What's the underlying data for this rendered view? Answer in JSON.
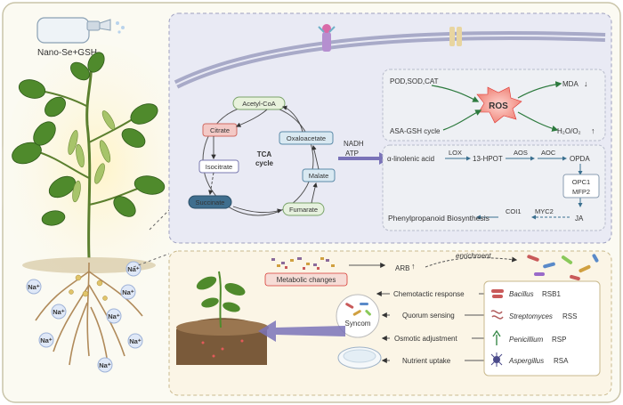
{
  "left": {
    "spray_label": "Nano-Se+GSH",
    "sodium_ion": "Na⁺"
  },
  "tca": {
    "acetyl_coa": "Acetyl-CoA",
    "citrate": "Citrate",
    "isocitrate": "Isocitrate",
    "succinate": "Succinate",
    "fumarate": "Fumarate",
    "malate": "Malate",
    "oxaloacetate": "Oxaloacetate",
    "cycle_title_1": "TCA",
    "cycle_title_2": "cycle",
    "nadh": "NADH",
    "atp": "ATP"
  },
  "ros": {
    "enzymes": "POD,SOD,CAT",
    "asa_gsh": "ASA-GSH cycle",
    "ros": "ROS",
    "mda": "MDA",
    "h2o2": "H₂O/O₂"
  },
  "ja": {
    "linolenic": "α-linolenic acid",
    "lox": "LOX",
    "hpot": "13-HPOT",
    "aos": "AOS",
    "aoc": "AOC",
    "opda": "OPDA",
    "opc1": "OPC1",
    "mfp2": "MFP2",
    "ja": "JA",
    "coi1": "COI1",
    "myc2": "MYC2",
    "phenylpropanoid": "Phenylpropanoid Biosynthesis"
  },
  "bottom": {
    "metabolic_changes": "Metabolic changes",
    "arb": "ARB",
    "enrichment": "enrichment",
    "chemotactic": "Chemotactic response",
    "quorum": "Quorum sensing",
    "osmotic": "Osmotic adjustment",
    "nutrient": "Nutrient uptake",
    "syncom": "Syncom",
    "bacillus_genus": "Bacillus",
    "bacillus_strain": "RSB1",
    "streptomyces_genus": "Streptomyces",
    "streptomyces_strain": "RSS",
    "penicillium_genus": "Penicillium",
    "penicillium_strain": "RSP",
    "aspergillus_genus": "Aspergillus",
    "aspergillus_strain": "RSA"
  },
  "colors": {
    "top_panel_bg": "#e9eaf4",
    "bottom_panel_bg": "#fbf5e6",
    "arrow_purple": "#7a73b8",
    "ros_red": "#e0342f",
    "citrate_fill": "#f3c9c6",
    "succinate_fill": "#3f6e8e",
    "acetyl_fill": "#e8f2dc",
    "oxaloacetate_fill": "#d9e9f2",
    "malate_fill": "#d9e9f2",
    "fumarate_fill": "#e6f1de",
    "metabolic_red": "#d83a34"
  }
}
